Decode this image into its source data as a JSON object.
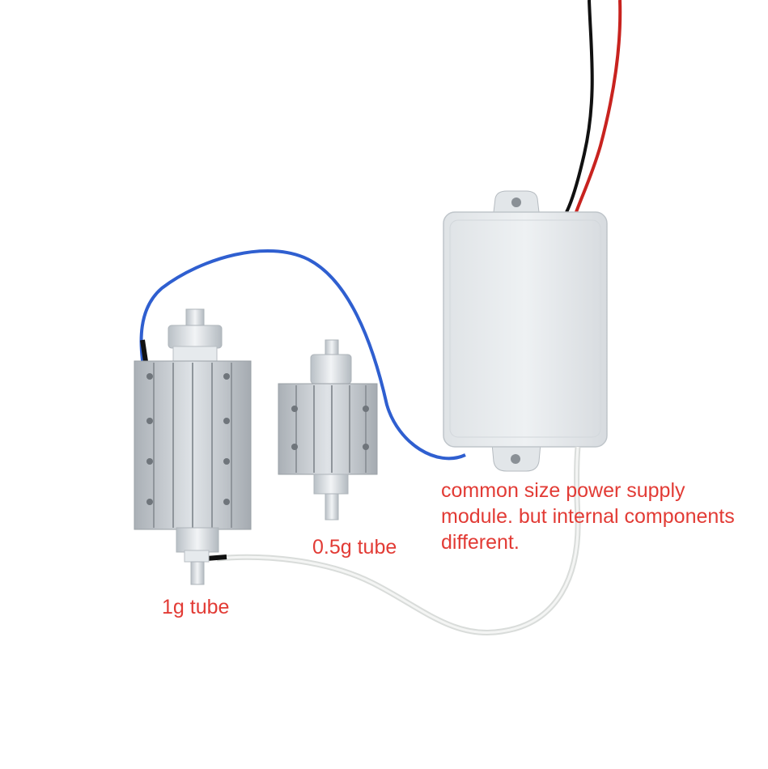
{
  "labels": {
    "tube_1g": "1g tube",
    "tube_05g": "0.5g tube",
    "caption_line1": "common size power supply",
    "caption_line2": "module. but internal components",
    "caption_line3": "different."
  },
  "colors": {
    "label_text": "#e23b35",
    "background": "#ffffff",
    "heatsink": "#c9ced3",
    "power_box": "#e8ecef",
    "blue_wire": "#2f5fd0",
    "white_wire": "#e6e8e6",
    "black_wire": "#111111",
    "red_wire": "#c8231f"
  }
}
